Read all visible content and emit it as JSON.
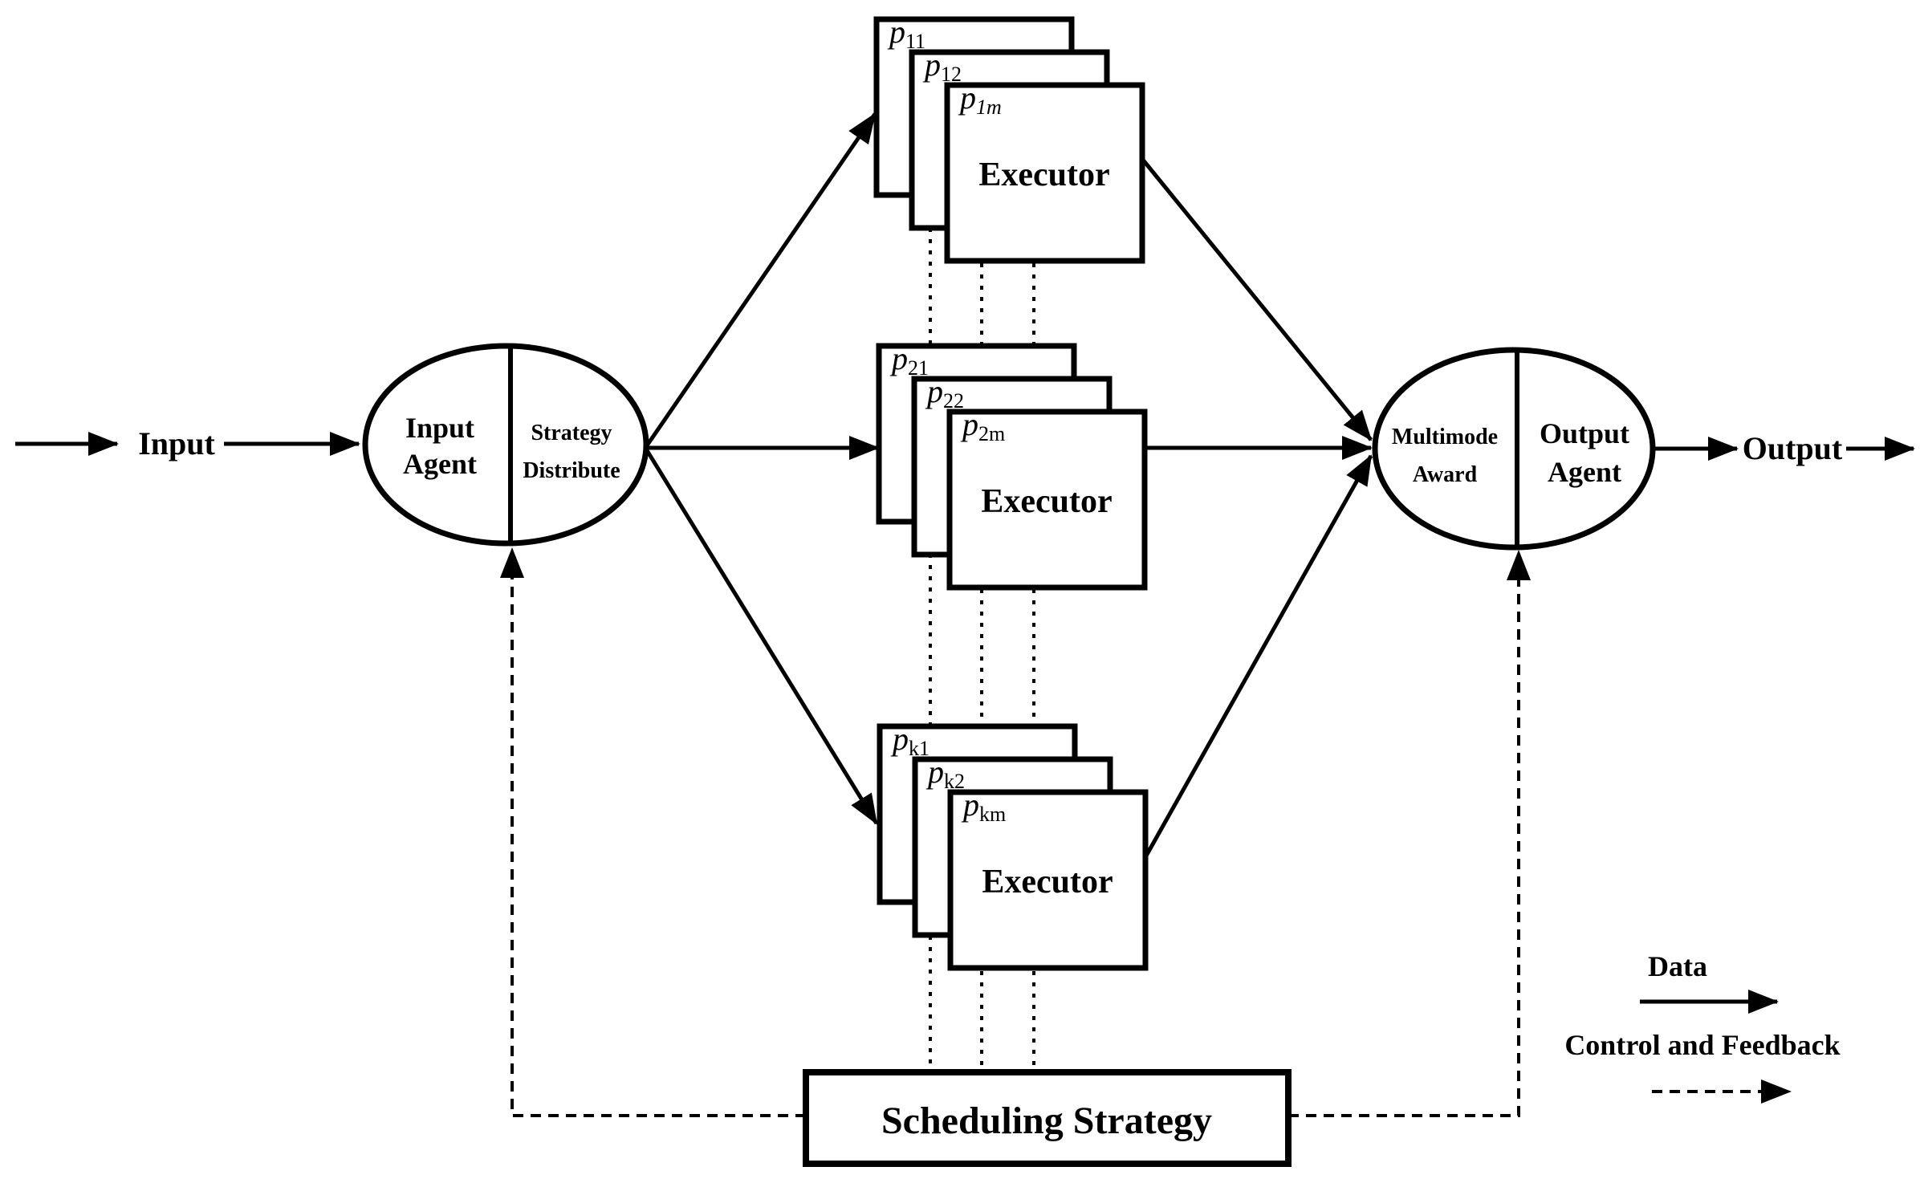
{
  "figure": {
    "background_color": "#ffffff",
    "line_color": "#000000",
    "input_label": "Input",
    "output_label": "Output",
    "input_agent": {
      "line1": "Input",
      "line2": "Agent"
    },
    "strategy_distribute": {
      "line1": "Strategy",
      "line2": "Distribute"
    },
    "multimode_award": {
      "line1": "Multimode",
      "line2": "Award"
    },
    "output_agent": {
      "line1": "Output",
      "line2": "Agent"
    },
    "scheduling_strategy_label": "Scheduling Strategy",
    "stacks": [
      {
        "executor_label": "Executor",
        "layers": [
          {
            "base": "p",
            "sub": "11"
          },
          {
            "base": "p",
            "sub": "12"
          },
          {
            "base": "p",
            "sub": "1m"
          }
        ]
      },
      {
        "executor_label": "Executor",
        "layers": [
          {
            "base": "p",
            "sub": "21"
          },
          {
            "base": "p",
            "sub": "22"
          },
          {
            "base": "p",
            "sub": "2m"
          }
        ]
      },
      {
        "executor_label": "Executor",
        "layers": [
          {
            "base": "p",
            "sub": "k1"
          },
          {
            "base": "p",
            "sub": "k2"
          },
          {
            "base": "p",
            "sub": "km"
          }
        ]
      }
    ],
    "legend": {
      "data_label": "Data",
      "control_label": "Control and Feedback"
    }
  }
}
